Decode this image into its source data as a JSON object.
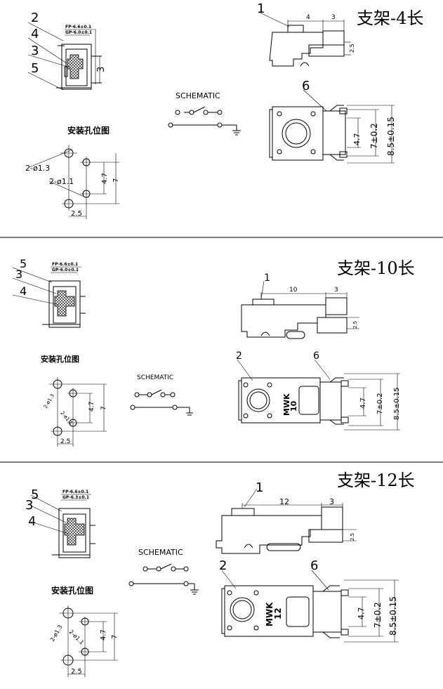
{
  "sections": [
    {
      "title": "支架-4长",
      "hole_title": "安装孔位图",
      "schematic": "SCHEMATIC",
      "callouts": [
        "1",
        "2",
        "3",
        "4",
        "5",
        "6"
      ],
      "top_dims": {
        "a": "4",
        "b": "3",
        "side": "2.5",
        "height": "3"
      },
      "tolerance_top": "FP-6.6±0.1",
      "tolerance_bottom": "GP-6.0±0.1",
      "hole_labels": {
        "big": "2-ø1.3",
        "small": "2-ø1.1",
        "d1": "4.7",
        "d2": "7",
        "d3": "2.5"
      },
      "front_dims": {
        "a": "4.7",
        "b": "7±0.2",
        "c": "8.5±0.15"
      }
    },
    {
      "title": "支架-10长",
      "hole_title": "安装孔位图",
      "schematic": "SCHEMATIC",
      "callouts": [
        "1",
        "2",
        "3",
        "4",
        "5",
        "6"
      ],
      "top_dims": {
        "a": "10",
        "b": "3",
        "side": "2.5"
      },
      "tolerance_top": "FP-6.6±0.1",
      "tolerance_bottom": "GP-6.0±0.1",
      "hole_labels": {
        "big": "2-ø1.3",
        "small": "2-ø1.1",
        "d1": "4.7",
        "d2": "7",
        "d3": "2.5"
      },
      "marking": [
        "MWK",
        "10"
      ],
      "front_dims": {
        "a": "4.7",
        "b": "7±0.2",
        "c": "8.5±0.15"
      }
    },
    {
      "title": "支架-12长",
      "hole_title": "安装孔位图",
      "schematic": "SCHEMATIC",
      "callouts": [
        "1",
        "2",
        "3",
        "4",
        "5",
        "6"
      ],
      "top_dims": {
        "a": "12",
        "b": "3",
        "side": "2.5"
      },
      "tolerance_top": "FP-6.6±0.1",
      "tolerance_bottom": "GP-6.3±0.1",
      "hole_labels": {
        "big": "2-ø1.3",
        "small": "2-ø1.1",
        "d1": "4.7",
        "d2": "7",
        "d3": "2.5"
      },
      "marking": [
        "MWK",
        "12"
      ],
      "front_dims": {
        "a": "4.7",
        "b": "7±0.2",
        "c": "8.5±0.15"
      }
    }
  ]
}
